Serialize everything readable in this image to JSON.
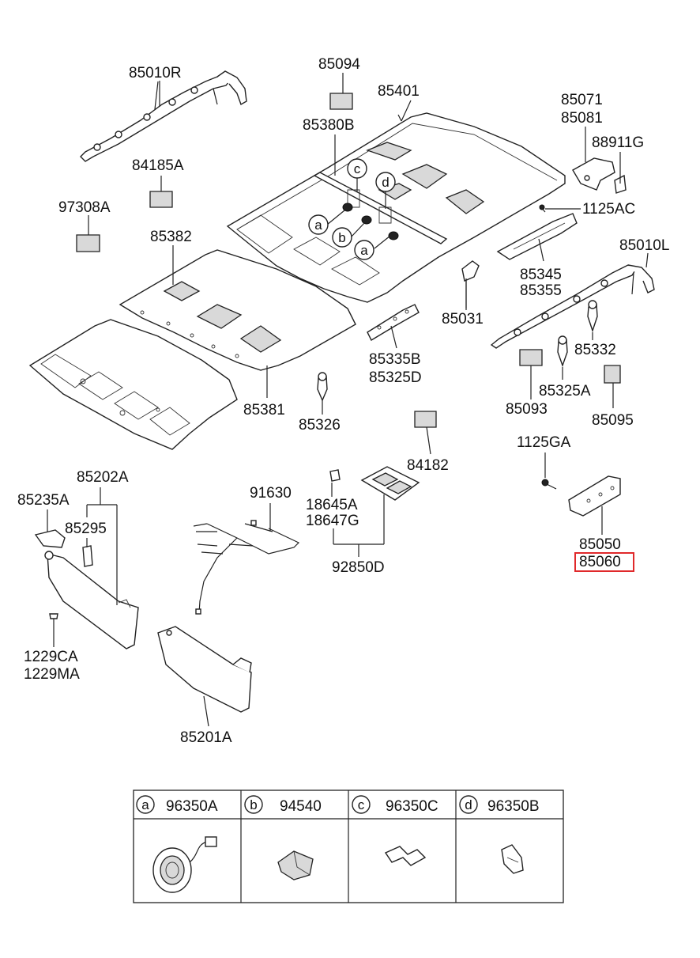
{
  "labels": {
    "p85010R": "85010R",
    "p85094": "85094",
    "p85401": "85401",
    "p85071": "85071",
    "p85081": "85081",
    "p88911G": "88911G",
    "p85380B": "85380B",
    "p84185A": "84185A",
    "p97308A": "97308A",
    "p1125AC": "1125AC",
    "p85010L": "85010L",
    "p85382": "85382",
    "p85345": "85345",
    "p85355": "85355",
    "p85031": "85031",
    "p85332": "85332",
    "p85335B": "85335B",
    "p85325D": "85325D",
    "p85325A": "85325A",
    "p85093": "85093",
    "p85095": "85095",
    "p85381": "85381",
    "p85326": "85326",
    "p84182": "84182",
    "p1125GA": "1125GA",
    "p85202A": "85202A",
    "p85235A": "85235A",
    "p91630": "91630",
    "p85295": "85295",
    "p18645A": "18645A",
    "p18647G": "18647G",
    "p85050": "85050",
    "p85060": "85060",
    "p92850D": "92850D",
    "p1229CA": "1229CA",
    "p1229MA": "1229MA",
    "p85201A": "85201A"
  },
  "callouts": {
    "a1": "a",
    "b1": "b",
    "a2": "a",
    "c1": "c",
    "d1": "d"
  },
  "legend": [
    {
      "key": "a",
      "part": "96350A"
    },
    {
      "key": "b",
      "part": "94540"
    },
    {
      "key": "c",
      "part": "96350C"
    },
    {
      "key": "d",
      "part": "96350B"
    }
  ],
  "colors": {
    "highlight": "#e0292b",
    "line": "#222222",
    "fill_gray": "#d9d9d9"
  }
}
